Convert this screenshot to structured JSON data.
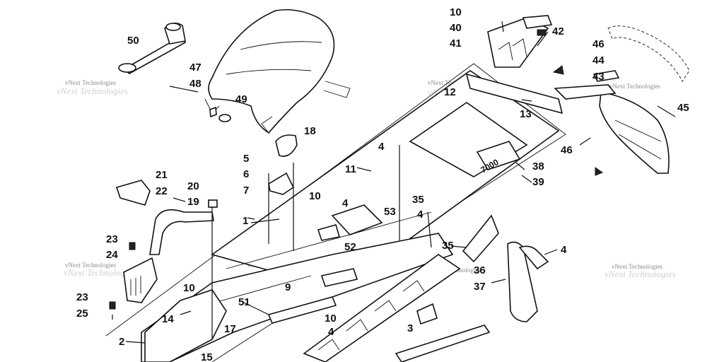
{
  "diagram": {
    "watermark": "vNext Technologies",
    "callouts": [
      {
        "id": "c50",
        "label": "50"
      },
      {
        "id": "c47",
        "label": "47"
      },
      {
        "id": "c48",
        "label": "48"
      },
      {
        "id": "c49",
        "label": "49"
      },
      {
        "id": "c10a",
        "label": "10"
      },
      {
        "id": "c40",
        "label": "40"
      },
      {
        "id": "c41",
        "label": "41"
      },
      {
        "id": "c42",
        "label": "42"
      },
      {
        "id": "c46a",
        "label": "46"
      },
      {
        "id": "c44",
        "label": "44"
      },
      {
        "id": "c43",
        "label": "43"
      },
      {
        "id": "c45",
        "label": "45"
      },
      {
        "id": "c46b",
        "label": "46"
      },
      {
        "id": "c12",
        "label": "12"
      },
      {
        "id": "c13",
        "label": "13"
      },
      {
        "id": "c18",
        "label": "18"
      },
      {
        "id": "c5",
        "label": "5"
      },
      {
        "id": "c6",
        "label": "6"
      },
      {
        "id": "c7",
        "label": "7"
      },
      {
        "id": "c4a",
        "label": "4"
      },
      {
        "id": "c11",
        "label": "11"
      },
      {
        "id": "c38",
        "label": "38"
      },
      {
        "id": "c39",
        "label": "39"
      },
      {
        "id": "c21",
        "label": "21"
      },
      {
        "id": "c22",
        "label": "22"
      },
      {
        "id": "c20",
        "label": "20"
      },
      {
        "id": "c19",
        "label": "19"
      },
      {
        "id": "c10b",
        "label": "10"
      },
      {
        "id": "c4b",
        "label": "4"
      },
      {
        "id": "c35a",
        "label": "35"
      },
      {
        "id": "c4c",
        "label": "4"
      },
      {
        "id": "c53",
        "label": "53"
      },
      {
        "id": "c1",
        "label": "1"
      },
      {
        "id": "c52",
        "label": "52"
      },
      {
        "id": "c35b",
        "label": "35"
      },
      {
        "id": "c4d",
        "label": "4"
      },
      {
        "id": "c23a",
        "label": "23"
      },
      {
        "id": "c24",
        "label": "24"
      },
      {
        "id": "c36",
        "label": "36"
      },
      {
        "id": "c37",
        "label": "37"
      },
      {
        "id": "c9",
        "label": "9"
      },
      {
        "id": "c10c",
        "label": "10"
      },
      {
        "id": "c51",
        "label": "51"
      },
      {
        "id": "c23b",
        "label": "23"
      },
      {
        "id": "c25",
        "label": "25"
      },
      {
        "id": "c14",
        "label": "14"
      },
      {
        "id": "c10d",
        "label": "10"
      },
      {
        "id": "c17",
        "label": "17"
      },
      {
        "id": "c4e",
        "label": "4"
      },
      {
        "id": "c3",
        "label": "3"
      },
      {
        "id": "c2",
        "label": "2"
      },
      {
        "id": "c15",
        "label": "15"
      }
    ],
    "decal_text": "7000"
  }
}
